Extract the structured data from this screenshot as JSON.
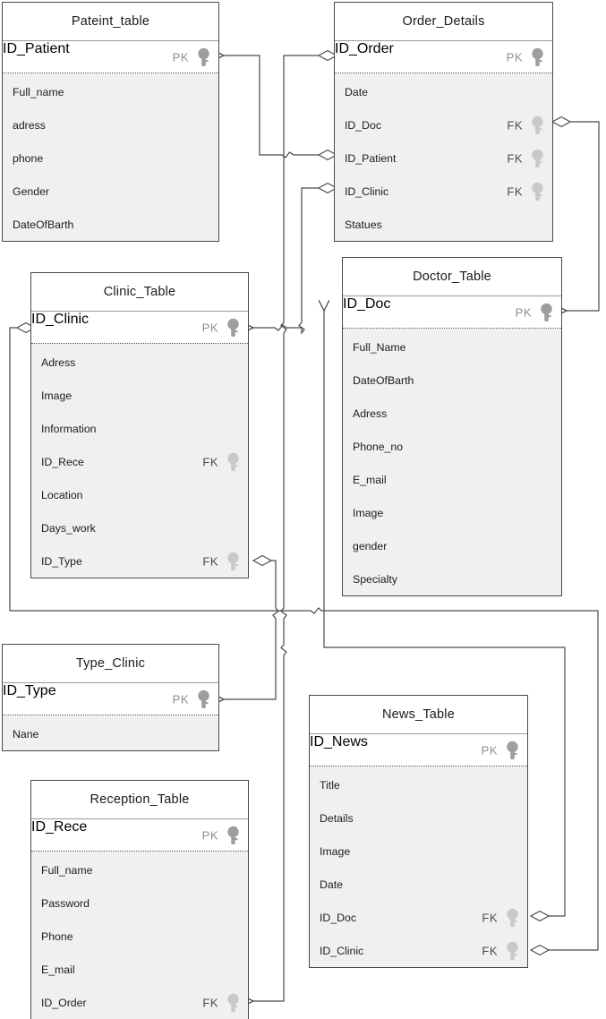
{
  "diagram": {
    "kind": "er-diagram",
    "title": "Clinic Database ER Diagram",
    "colors": {
      "entity_border": "#4a4a4a",
      "header_background": "#ffffff",
      "attribute_background": "#f0f0f0",
      "pk_background": "#ffffff",
      "pk_tag": "#8d8d8d",
      "fk_tag": "#4a4a4a",
      "key_icon": "#9e9e9e",
      "connector": "#4a4a4a",
      "page_background": "#ffffff"
    },
    "key_icon_name": "key-icon",
    "pk_label": "PK",
    "fk_label": "FK"
  },
  "entities": [
    {
      "id": "pateint_table",
      "name": "Pateint_table",
      "pk": {
        "name": "ID_Patient",
        "tag": "PK"
      },
      "attributes": [
        {
          "name": "Full_name",
          "tag": ""
        },
        {
          "name": "adress",
          "tag": ""
        },
        {
          "name": "phone",
          "tag": ""
        },
        {
          "name": "Gender",
          "tag": ""
        },
        {
          "name": "DateOfBarth",
          "tag": ""
        }
      ]
    },
    {
      "id": "order_details",
      "name": "Order_Details",
      "pk": {
        "name": "ID_Order",
        "tag": "PK"
      },
      "attributes": [
        {
          "name": "Date",
          "tag": ""
        },
        {
          "name": "ID_Doc",
          "tag": "FK"
        },
        {
          "name": "ID_Patient",
          "tag": "FK"
        },
        {
          "name": "ID_Clinic",
          "tag": "FK"
        },
        {
          "name": "Statues",
          "tag": ""
        }
      ]
    },
    {
      "id": "clinic_table",
      "name": "Clinic_Table",
      "pk": {
        "name": "ID_Clinic",
        "tag": "PK"
      },
      "attributes": [
        {
          "name": "Adress",
          "tag": ""
        },
        {
          "name": "Image",
          "tag": ""
        },
        {
          "name": "Information",
          "tag": ""
        },
        {
          "name": "ID_Rece",
          "tag": "FK"
        },
        {
          "name": "Location",
          "tag": ""
        },
        {
          "name": "Days_work",
          "tag": ""
        },
        {
          "name": "ID_Type",
          "tag": "FK"
        }
      ]
    },
    {
      "id": "doctor_table",
      "name": "Doctor_Table",
      "pk": {
        "name": "ID_Doc",
        "tag": "PK"
      },
      "attributes": [
        {
          "name": "Full_Name",
          "tag": ""
        },
        {
          "name": "DateOfBarth",
          "tag": ""
        },
        {
          "name": "Adress",
          "tag": ""
        },
        {
          "name": "Phone_no",
          "tag": ""
        },
        {
          "name": "E_mail",
          "tag": ""
        },
        {
          "name": "Image",
          "tag": ""
        },
        {
          "name": "gender",
          "tag": ""
        },
        {
          "name": "Specialty",
          "tag": ""
        }
      ]
    },
    {
      "id": "type_clinic",
      "name": "Type_Clinic",
      "pk": {
        "name": "ID_Type",
        "tag": "PK"
      },
      "attributes": [
        {
          "name": "Nane",
          "tag": ""
        }
      ]
    },
    {
      "id": "news_table",
      "name": "News_Table",
      "pk": {
        "name": "ID_News",
        "tag": "PK"
      },
      "attributes": [
        {
          "name": "Title",
          "tag": ""
        },
        {
          "name": "Details",
          "tag": ""
        },
        {
          "name": "Image",
          "tag": ""
        },
        {
          "name": "Date",
          "tag": ""
        },
        {
          "name": "ID_Doc",
          "tag": "FK"
        },
        {
          "name": "ID_Clinic",
          "tag": "FK"
        }
      ]
    },
    {
      "id": "reception_table",
      "name": "Reception_Table",
      "pk": {
        "name": "ID_Rece",
        "tag": "PK"
      },
      "attributes": [
        {
          "name": "Full_name",
          "tag": ""
        },
        {
          "name": "Password",
          "tag": ""
        },
        {
          "name": "Phone",
          "tag": ""
        },
        {
          "name": "E_mail",
          "tag": ""
        },
        {
          "name": "ID_Order",
          "tag": "FK"
        }
      ]
    }
  ],
  "relationships": [
    {
      "from": "Order_Details.ID_Patient",
      "to": "Pateint_table.ID_Patient",
      "from_marker": "diamond",
      "to_marker": "arrow"
    },
    {
      "from": "Order_Details.ID_Doc",
      "to": "Doctor_Table.ID_Doc",
      "from_marker": "diamond",
      "to_marker": "arrow"
    },
    {
      "from": "Order_Details.ID_Clinic",
      "to": "Clinic_Table.ID_Clinic",
      "from_marker": "diamond",
      "to_marker": "arrow"
    },
    {
      "from": "Order_Details.ID_Order",
      "to": "Reception_Table.ID_Order",
      "from_marker": "diamond",
      "to_marker": "arrow"
    },
    {
      "from": "Clinic_Table.ID_Type",
      "to": "Type_Clinic.ID_Type",
      "from_marker": "diamond",
      "to_marker": "arrow"
    },
    {
      "from": "News_Table.ID_Doc",
      "to": "Doctor_Table.ID_Doc",
      "from_marker": "diamond",
      "to_marker": "arrow"
    },
    {
      "from": "News_Table.ID_Clinic",
      "to": "Clinic_Table.ID_Clinic",
      "from_marker": "diamond",
      "to_marker": "arrow"
    }
  ]
}
